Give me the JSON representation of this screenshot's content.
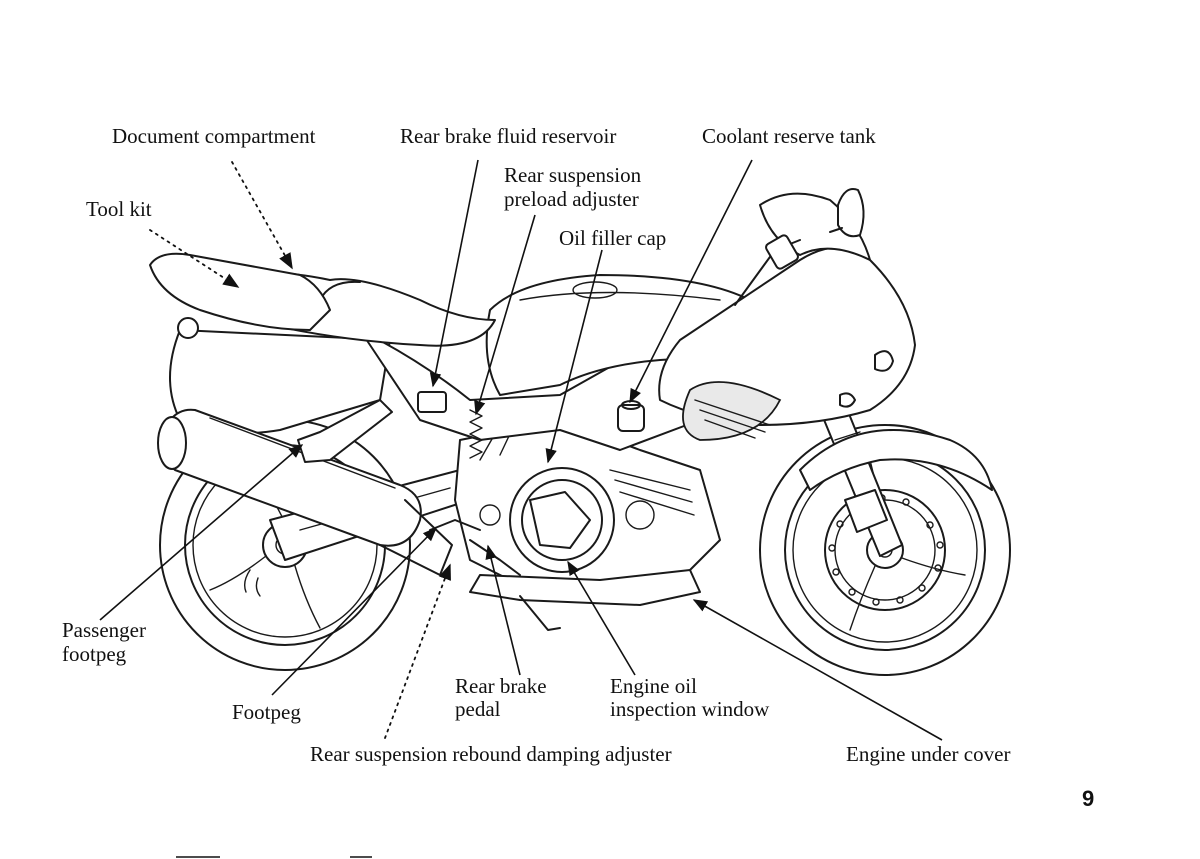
{
  "labels": {
    "document_compartment": "Document compartment",
    "rear_brake_fluid_reservoir": "Rear brake fluid reservoir",
    "coolant_reserve_tank": "Coolant reserve tank",
    "tool_kit": "Tool kit",
    "rear_suspension_preload_adjuster_line1": "Rear suspension",
    "rear_suspension_preload_adjuster_line2": "preload adjuster",
    "oil_filler_cap": "Oil filler cap",
    "passenger_footpeg_line1": "Passenger",
    "passenger_footpeg_line2": "footpeg",
    "footpeg": "Footpeg",
    "rear_brake_pedal_line1": "Rear brake",
    "rear_brake_pedal_line2": "pedal",
    "engine_oil_inspection_window_line1": "Engine oil",
    "engine_oil_inspection_window_line2": "inspection window",
    "rear_suspension_rebound_damping_adjuster": "Rear suspension rebound damping adjuster",
    "engine_under_cover": "Engine under cover"
  },
  "page_number": "9"
}
